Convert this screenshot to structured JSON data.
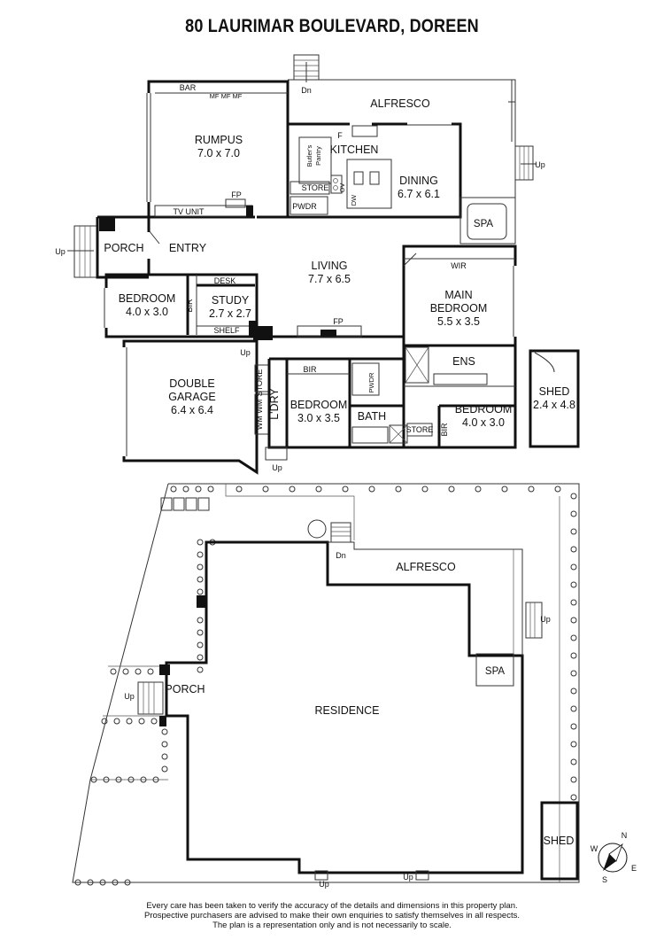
{
  "title": "80 LAURIMAR BOULEVARD, DOREEN",
  "floorplan": {
    "rooms": {
      "rumpus": {
        "name": "RUMPUS",
        "dims": "7.0 x 7.0"
      },
      "bar": {
        "name": "BAR"
      },
      "tv_unit": {
        "name": "TV UNIT"
      },
      "alfresco": {
        "name": "ALFRESCO"
      },
      "kitchen": {
        "name": "KITCHEN"
      },
      "butlers_pantry": {
        "name_line1": "Butler's",
        "name_line2": "Pantry"
      },
      "store_kitchen": {
        "name": "STORE"
      },
      "pwdr": {
        "name": "PWDR"
      },
      "dining": {
        "name": "DINING",
        "dims": "6.7 x 6.1"
      },
      "spa": {
        "name": "SPA"
      },
      "porch": {
        "name": "PORCH"
      },
      "entry": {
        "name": "ENTRY"
      },
      "living": {
        "name": "LIVING",
        "dims": "7.7 x 6.5"
      },
      "bedroom_west": {
        "name": "BEDROOM",
        "dims": "4.0 x 3.0"
      },
      "study": {
        "name": "STUDY",
        "dims": "2.7 x 2.7"
      },
      "desk": {
        "name": "DESK"
      },
      "shelf": {
        "name": "SHELF"
      },
      "bir_west": {
        "name": "BIR"
      },
      "wir": {
        "name": "WIR"
      },
      "main_bedroom": {
        "name_line1": "MAIN",
        "name_line2": "BEDROOM",
        "dims": "5.5 x 3.5"
      },
      "ens": {
        "name": "ENS"
      },
      "double_garage": {
        "name_line1": "DOUBLE",
        "name_line2": "GARAGE",
        "dims": "6.4 x 6.4"
      },
      "store_garage": {
        "name": "STORE"
      },
      "wm": {
        "name": "WM WM"
      },
      "ldry": {
        "name": "L'DRY"
      },
      "bedroom_mid": {
        "name": "BEDROOM",
        "dims": "3.0 x 3.5"
      },
      "bir_mid": {
        "name": "BIR"
      },
      "bath": {
        "name": "BATH"
      },
      "pwdr2": {
        "name": "PWDR"
      },
      "store_hall": {
        "name": "STORE"
      },
      "bir_east": {
        "name": "BIR"
      },
      "bedroom_east": {
        "name": "BEDROOM",
        "dims": "4.0 x 3.0"
      },
      "shed": {
        "name": "SHED",
        "dims": "2.4 x 4.8"
      }
    },
    "small_labels": {
      "fp_rumpus": "FP",
      "fp_living": "FP",
      "fridge": "F",
      "dw": "DW",
      "ov": "OV",
      "mf": "MF MF MF"
    },
    "stairs": {
      "dn_top": "Dn",
      "up_porch": "Up",
      "up_east": "Up",
      "up_garage": "Up",
      "up_ldry": "Up"
    }
  },
  "siteplan": {
    "alfresco": "ALFRESCO",
    "spa": "SPA",
    "porch": "PORCH",
    "residence": "RESIDENCE",
    "shed": "SHED",
    "dn": "Dn",
    "up_east": "Up",
    "up_porch": "Up",
    "up_bottom_left": "Up",
    "up_bottom_right": "Up"
  },
  "compass": {
    "n": "N",
    "e": "E",
    "s": "S",
    "w": "W"
  },
  "disclaimer": {
    "line1": "Every care has been taken to verify the accuracy of the details and dimensions in this property plan.",
    "line2": "Prospective purchasers are advised to make their own enquiries to satisfy themselves in all respects.",
    "line3": "The plan is a representation only and is not necessarily to scale."
  }
}
